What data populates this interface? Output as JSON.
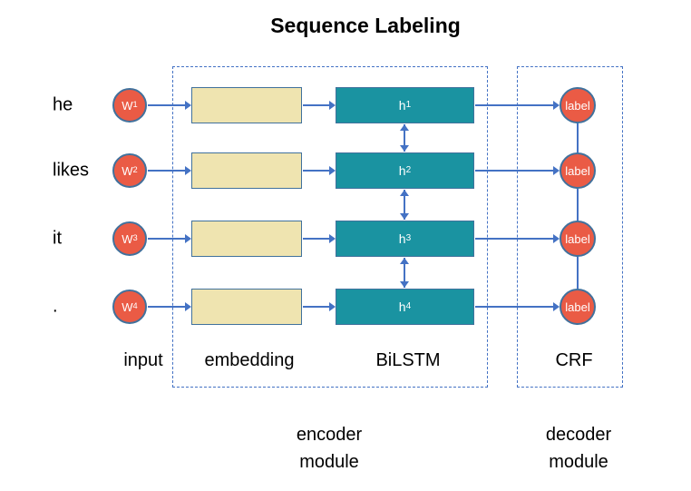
{
  "title": "Sequence Labeling",
  "rows": [
    {
      "word": "he",
      "input_base": "W",
      "input_sub": "1",
      "hidden_base": "h",
      "hidden_sub": "1",
      "output": "label"
    },
    {
      "word": "likes",
      "input_base": "W",
      "input_sub": "2",
      "hidden_base": "h",
      "hidden_sub": "2",
      "output": "label"
    },
    {
      "word": "it",
      "input_base": "W",
      "input_sub": "3",
      "hidden_base": "h",
      "hidden_sub": "3",
      "output": "label"
    },
    {
      "word": ".",
      "input_base": "W",
      "input_sub": "4",
      "hidden_base": "h",
      "hidden_sub": "4",
      "output": "label"
    }
  ],
  "column_labels": {
    "input": "input",
    "embedding": "embedding",
    "bilstm": "BiLSTM",
    "crf": "CRF"
  },
  "module_labels": {
    "encoder": {
      "line1": "encoder",
      "line2": "module"
    },
    "decoder": {
      "line1": "decoder",
      "line2": "module"
    }
  },
  "colors": {
    "connector_blue": "#4472c4",
    "shape_border_blue": "#41719c",
    "node_red": "#ea5b45",
    "embedding_cream": "#efe4b0",
    "hidden_teal": "#1a93a1",
    "title_black": "#000000"
  }
}
